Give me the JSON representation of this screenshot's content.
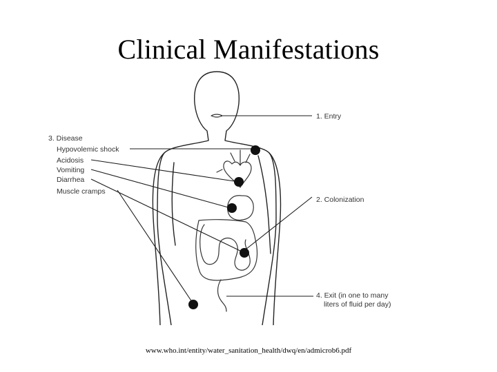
{
  "slide": {
    "title": "Clinical Manifestations",
    "source": "www.who.int/entity/water_sanitation_health/dwq/en/admicrob6.pdf"
  },
  "diagram": {
    "stages": {
      "entry": "1. Entry",
      "colonization": "2. Colonization",
      "disease": "3. Disease",
      "exit_line1": "4. Exit (in one to many",
      "exit_line2": "liters of fluid per day)"
    },
    "symptoms": [
      "Hypovolemic shock",
      "Acidosis",
      "Vomiting",
      "Diarrhea",
      "Muscle cramps"
    ]
  }
}
